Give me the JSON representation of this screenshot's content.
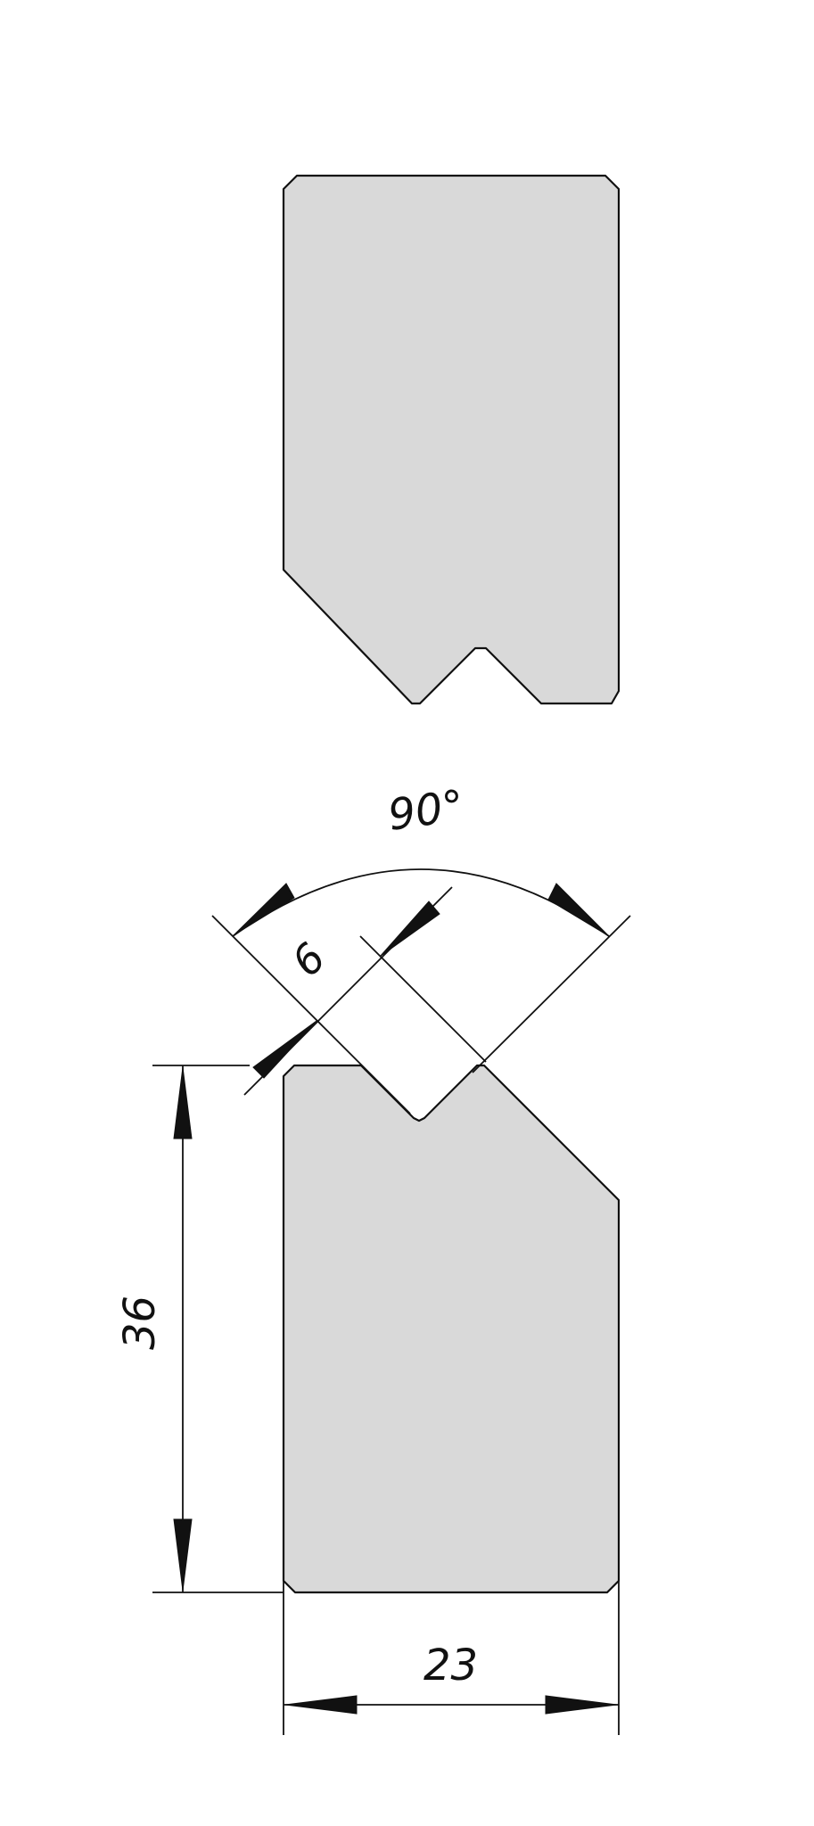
{
  "drawing": {
    "title": "",
    "fill_color": "#d9d9d9",
    "line_color": "#111111",
    "background_color": "#ffffff",
    "parts": {
      "upper_tool": "punch",
      "lower_tool": "die"
    },
    "dimensions": {
      "angle_label": "90°",
      "v_depth_label": "6",
      "height_label": "36",
      "width_label": "23"
    }
  }
}
